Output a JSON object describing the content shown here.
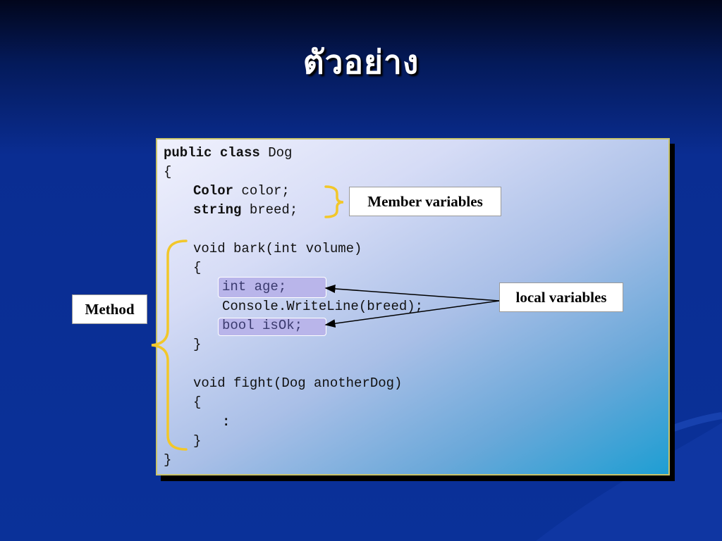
{
  "slide": {
    "title": "ตัวอย่าง"
  },
  "code": {
    "line1_kw": "public class",
    "line1_rest": " Dog",
    "line2": "{",
    "line3_kw": "Color",
    "line3_rest": " color;",
    "line4_kw": "string",
    "line4_rest": " breed;",
    "line5": "void bark(int volume)",
    "line6": "{",
    "line7": "int age;",
    "line8": "Console.WriteLine(breed);",
    "line9": "bool isOk;",
    "line10": "}",
    "line11": "void fight(Dog anotherDog)",
    "line12": "{",
    "line13": ":",
    "line14": "}",
    "line15": "}"
  },
  "labels": {
    "member_variables": "Member variables",
    "local_variables": "local variables",
    "method": "Method"
  },
  "colors": {
    "brace": "#f2c72a",
    "arrow": "#000000",
    "background": "#0a2d92"
  }
}
